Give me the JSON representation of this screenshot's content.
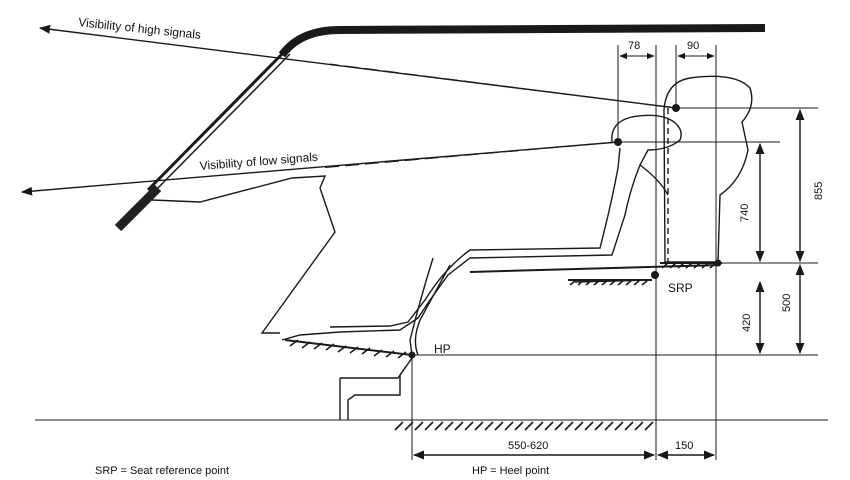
{
  "labels": {
    "visibility_high": "Visibility of high signals",
    "visibility_low": "Visibility of low signals",
    "srp": "SRP",
    "hp": "HP",
    "srp_legend": "SRP = Seat reference point",
    "hp_legend": "HP = Heel point"
  },
  "dimensions": {
    "d78": "78",
    "d90": "90",
    "d855": "855",
    "d740": "740",
    "d500": "500",
    "d420": "420",
    "d550_620": "550-620",
    "d150": "150"
  }
}
